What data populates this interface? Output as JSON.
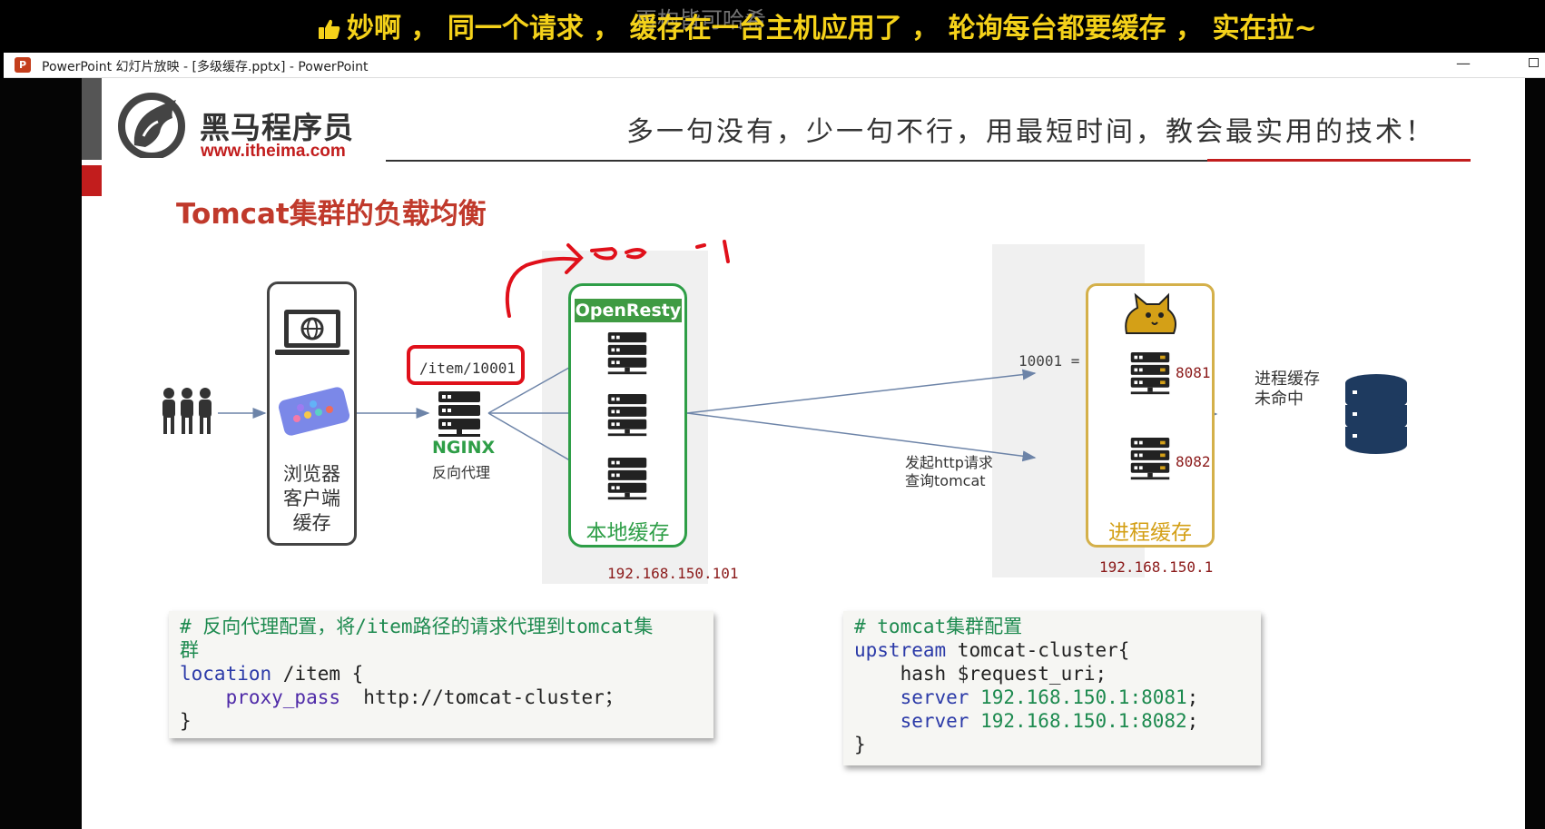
{
  "danmaku": {
    "ghost_text": "再构皆可哈希",
    "main_text": "妙啊 ， 同一个请求 ， 缓存在一台主机应用了 ， 轮询每台都要缓存 ， 实在拉~"
  },
  "window": {
    "title": "PowerPoint 幻灯片放映 - [多级缓存.pptx] - PowerPoint",
    "app_icon_letter": "P",
    "minimize_glyph": "—"
  },
  "slide": {
    "brand": "黑马程序员",
    "brand_url": "www.itheima.com",
    "slogan": "多一句没有，少一句不行，用最短时间，教会最实用的技术！",
    "title": "Tomcat集群的负载均衡",
    "accent_color": "#c21d1d",
    "diagram": {
      "browser_label_lines": [
        "浏览器",
        "客户端",
        "缓存"
      ],
      "nginx_logo": "NGINX",
      "nginx_label": "反向代理",
      "request_url": "/item/10001",
      "openresty_badge": "OpenResty",
      "openresty_footer": "本地缓存",
      "openresty_ip": "192.168.150.101",
      "cache_entry": "10001 = {..}",
      "server_ports": [
        "8081",
        "8082"
      ],
      "request_label_lines": [
        "发起http请求",
        "查询tomcat"
      ],
      "tomcat_footer": "进程缓存",
      "tomcat_ip": "192.168.150.1",
      "miss_label_lines": [
        "进程缓存",
        "未命中"
      ]
    },
    "code_left": {
      "comment_line1": "# 反向代理配置，将/item路径的请求代理到tomcat集",
      "comment_line2": "群",
      "l3_kw": "location",
      "l3_rest": " /item {",
      "l4_indent": "    ",
      "l4_kw": "proxy_pass",
      "l4_rest": "  http://tomcat-cluster；",
      "l5": "}"
    },
    "code_right": {
      "comment": "# tomcat集群配置",
      "l2_kw": "upstream",
      "l2_rest": " tomcat-cluster{",
      "l3": "    hash $request_uri;",
      "l4_indent": "    ",
      "l4_kw": "server",
      "l4_val": " 192.168.150.1:8081",
      "l4_end": ";",
      "l5_indent": "    ",
      "l5_kw": "server",
      "l5_val": " 192.168.150.1:8082",
      "l5_end": ";",
      "l6": "}"
    }
  }
}
